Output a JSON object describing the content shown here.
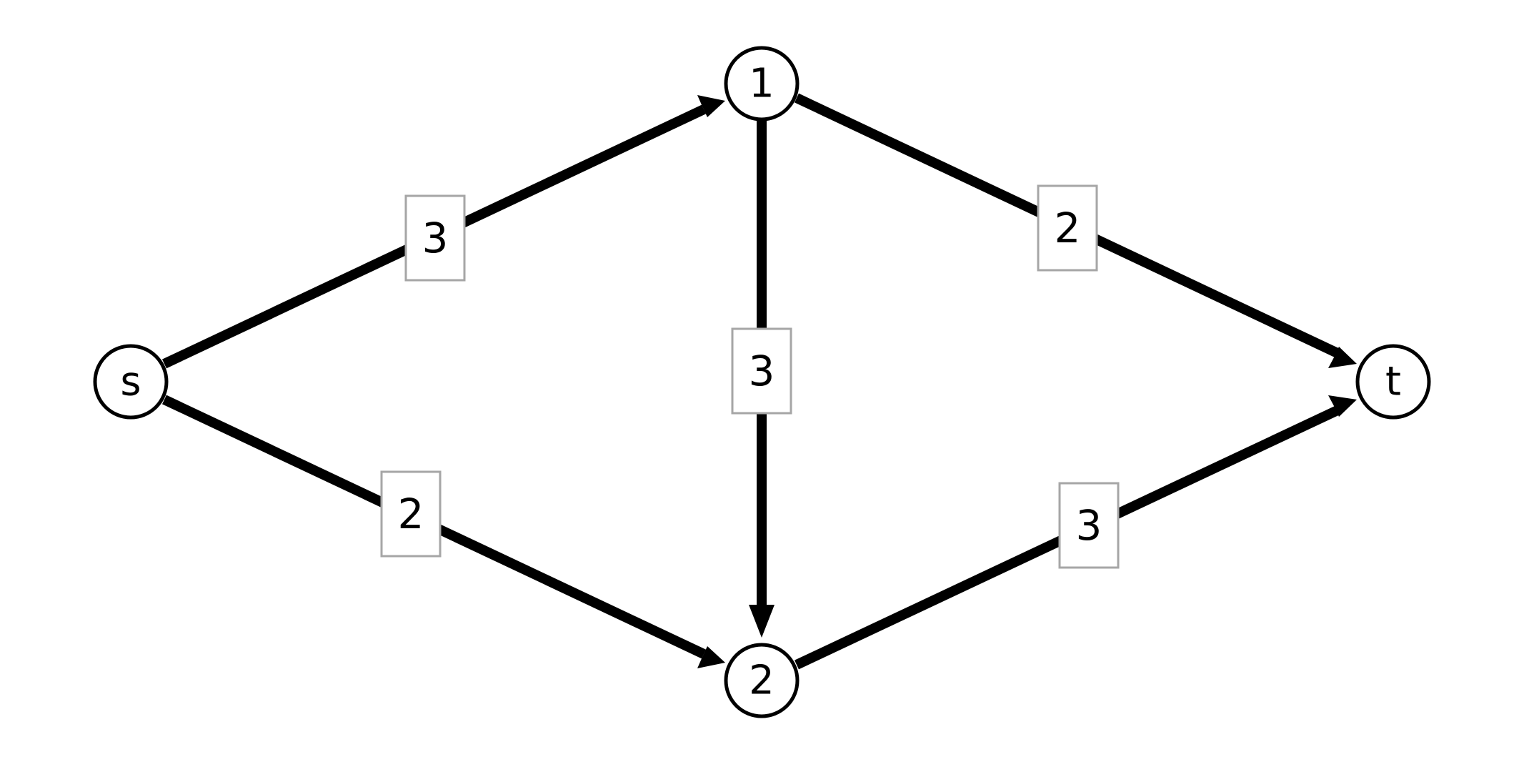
{
  "nodes": {
    "s": {
      "label": "s"
    },
    "n1": {
      "label": "1"
    },
    "n2": {
      "label": "2"
    },
    "t": {
      "label": "t"
    }
  },
  "edges": [
    {
      "from": "s",
      "to": "1",
      "capacity": "3"
    },
    {
      "from": "s",
      "to": "2",
      "capacity": "2"
    },
    {
      "from": "1",
      "to": "2",
      "capacity": "3"
    },
    {
      "from": "1",
      "to": "t",
      "capacity": "2"
    },
    {
      "from": "2",
      "to": "t",
      "capacity": "3"
    }
  ],
  "colors": {
    "edge": "#000000",
    "node_border": "#000000",
    "box_border": "#a6a6a6"
  }
}
